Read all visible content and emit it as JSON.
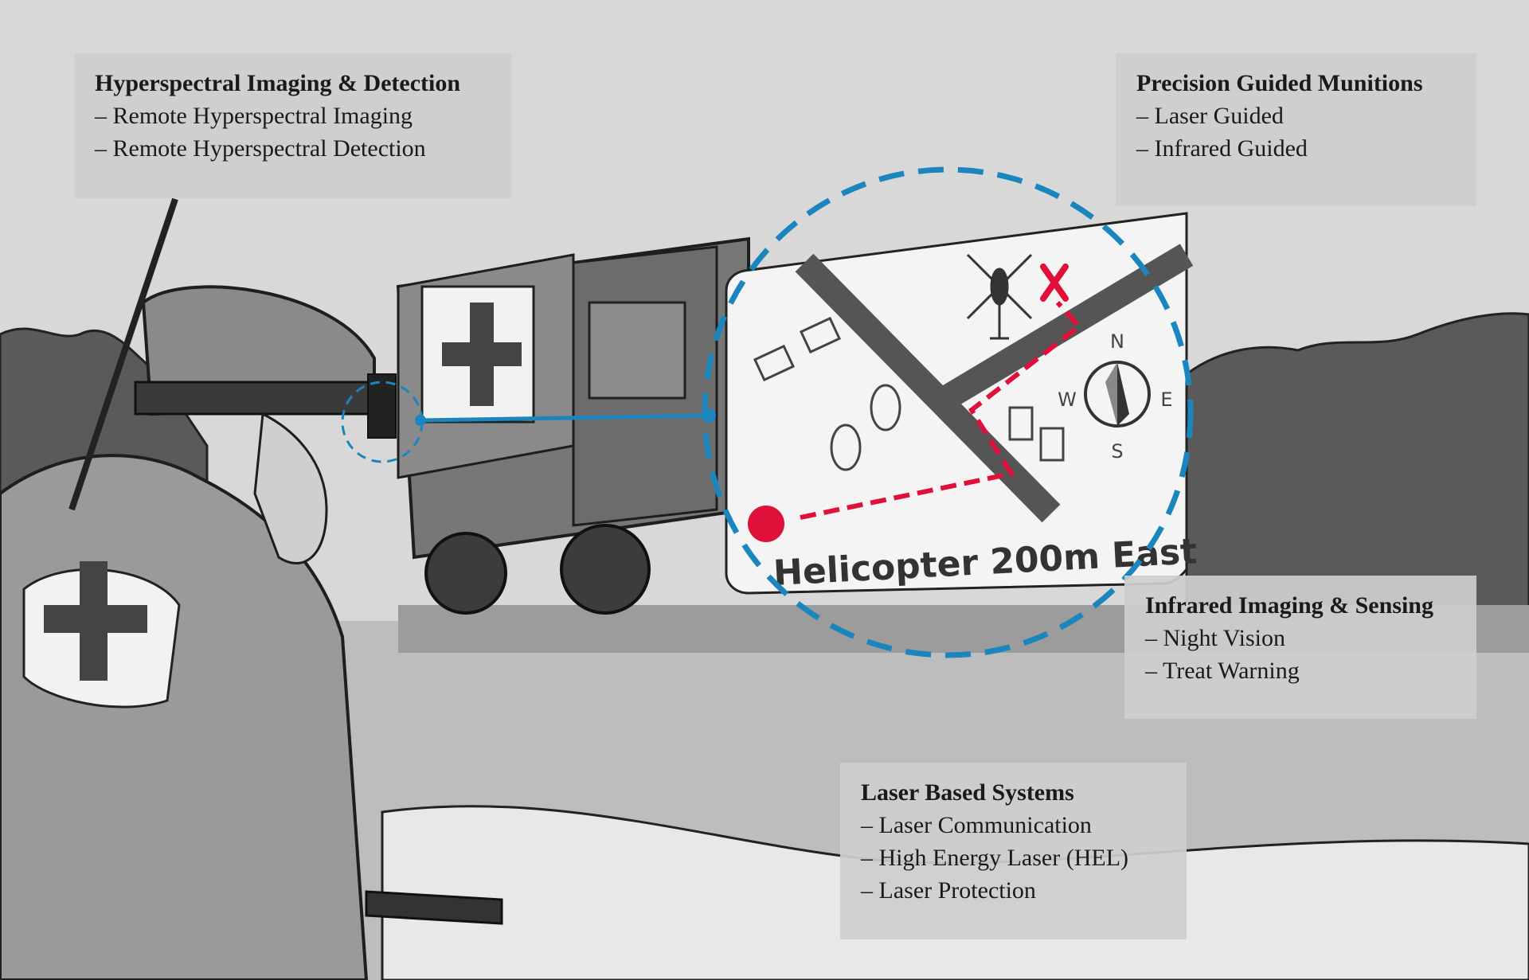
{
  "boxes": {
    "hyperspectral": {
      "title": "Hyperspectral Imaging & Detection",
      "items": [
        "Remote Hyperspectral Imaging",
        "Remote Hyperspectral Detection"
      ]
    },
    "precision": {
      "title": "Precision Guided Munitions",
      "items": [
        "Laser Guided",
        "Infrared Guided"
      ]
    },
    "infrared": {
      "title": "Infrared Imaging & Sensing",
      "items": [
        "Night Vision",
        "Treat Warning"
      ]
    },
    "laser": {
      "title": "Laser Based Systems",
      "items": [
        "Laser Communication",
        "High Energy Laser (HEL)",
        "Laser Protection"
      ]
    }
  },
  "hud": {
    "caption": "Helicopter 200m East",
    "compass": {
      "n": "N",
      "e": "E",
      "s": "S",
      "w": "W"
    }
  },
  "colors": {
    "accent_blue": "#1a86bd",
    "alert_red": "#e0103a",
    "background": "#d8d8d8"
  }
}
